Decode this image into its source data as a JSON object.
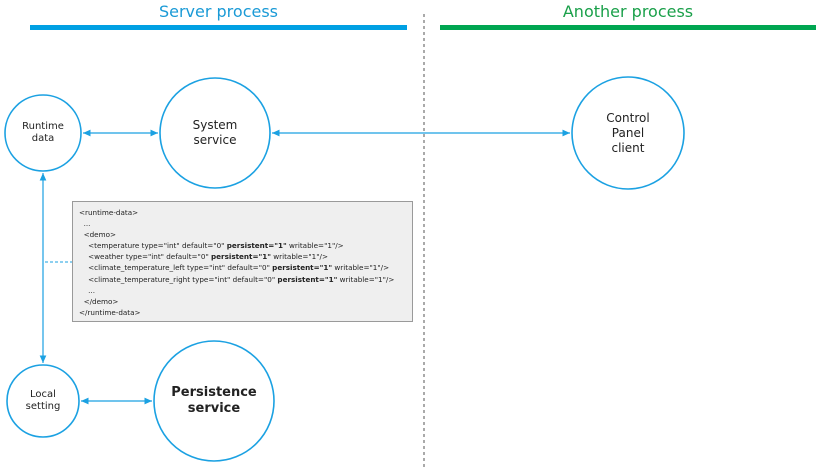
{
  "headers": {
    "server": "Server process",
    "other": "Another process"
  },
  "nodes": {
    "runtime_data": "Runtime\ndata",
    "system_service": "System\nservice",
    "control_panel": "Control\nPanel\nclient",
    "local_setting": "Local\nsetting",
    "persistence_service": "Persistence\nservice"
  },
  "code_lines": [
    [
      {
        "t": "<runtime-data>"
      }
    ],
    [
      {
        "t": "  ..."
      }
    ],
    [
      {
        "t": "  <demo>"
      }
    ],
    [
      {
        "t": "    <temperature type=\"int\" default=\"0\" "
      },
      {
        "t": "persistent=\"1\"",
        "b": true
      },
      {
        "t": " writable=\"1\"/>"
      }
    ],
    [
      {
        "t": "    <weather type=\"int\" default=\"0\" "
      },
      {
        "t": "persistent=\"1\"",
        "b": true
      },
      {
        "t": " writable=\"1\"/>"
      }
    ],
    [
      {
        "t": "    <climate_temperature_left type=\"int\" default=\"0\" "
      },
      {
        "t": "persistent=\"1\"",
        "b": true
      },
      {
        "t": " writable=\"1\"/>"
      }
    ],
    [
      {
        "t": "    <climate_temperature_right type=\"int\" default=\"0\" "
      },
      {
        "t": "persistent=\"1\"",
        "b": true
      },
      {
        "t": " writable=\"1\"/>"
      }
    ],
    [
      {
        "t": "    ..."
      }
    ],
    [
      {
        "t": "  </demo>"
      }
    ],
    [
      {
        "t": "</runtime-data>"
      }
    ]
  ],
  "colors": {
    "server_bar": "#00a0e3",
    "other_bar": "#00a651",
    "node_stroke": "#1ba1e2",
    "arrow": "#1ba1e2",
    "divider": "#555555"
  }
}
